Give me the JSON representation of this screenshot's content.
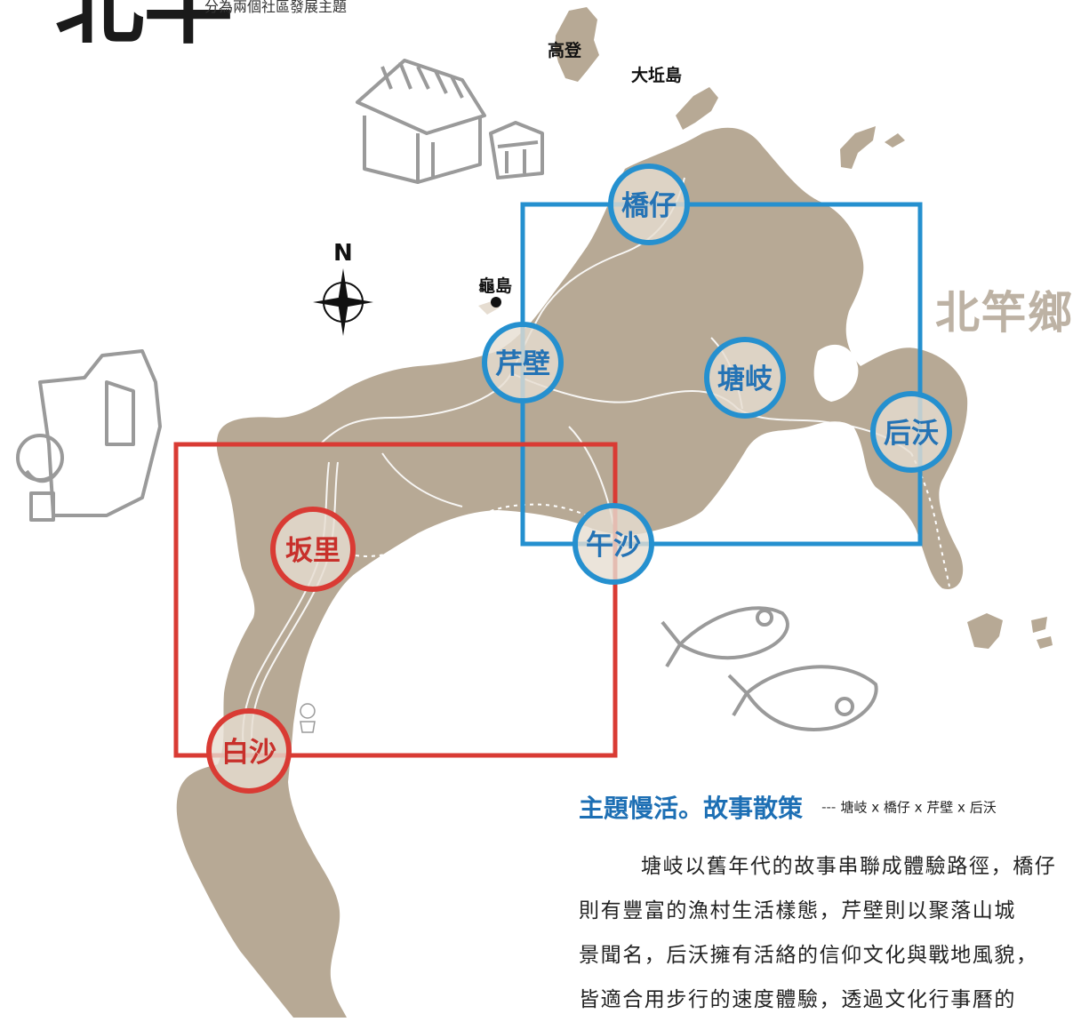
{
  "header": {
    "title": "北竿",
    "subtitle": "分為兩個社區發展主題"
  },
  "map": {
    "region_label": "北竿鄉",
    "compass_label": "N",
    "island_labels": {
      "gaodeng": "高登",
      "dakan": "大坵島",
      "guidao": "龜島"
    },
    "villages": {
      "qiaozai": "橋仔",
      "qiaobi": "芹壁",
      "tangqi": "塘岐",
      "houwo": "后沃",
      "wusha": "午沙",
      "banli": "坂里",
      "baisha": "白沙"
    },
    "colors": {
      "land": "#b7a995",
      "blue": "#2590cf",
      "red": "#d93b34",
      "region_text": "#bdb2a4"
    }
  },
  "theme": {
    "title": "主題慢活。故事散策",
    "separator": "---",
    "villages": "塘岐 x 橋仔 x 芹壁 x 后沃"
  },
  "body_lines": [
    "塘岐以舊年代的故事串聯成體驗路徑，橋仔",
    "則有豐富的漁村生活樣態，芹壁則以聚落山城",
    "景聞名，后沃擁有活絡的信仰文化與戰地風貌，",
    "皆適合用步行的速度體驗，透過文化行事曆的"
  ]
}
